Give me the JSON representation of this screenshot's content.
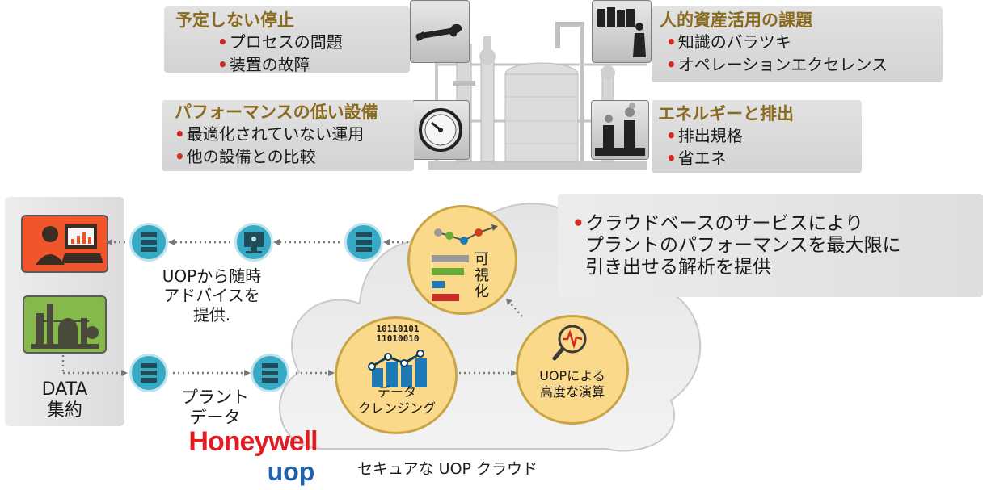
{
  "issues": {
    "top_left": {
      "title": "予定しない停止",
      "items": [
        "プロセスの問題",
        "装置の故障"
      ]
    },
    "mid_left": {
      "title": "パフォーマンスの低い設備",
      "items": [
        "最適化されていない運用",
        "他の設備との比較"
      ]
    },
    "top_right": {
      "title": "人的資産活用の課題",
      "items": [
        "知識のバラツキ",
        "オペレーションエクセレンス"
      ]
    },
    "mid_right": {
      "title": "エネルギーと排出",
      "items": [
        "排出規格",
        "省エネ"
      ]
    }
  },
  "flow": {
    "advice_label": "UOPから随時アドバイスを提供.",
    "advice_lines": [
      "UOPから随時",
      "アドバイスを",
      "提供."
    ],
    "data_aggregation_lines": [
      "DATA",
      "集約"
    ],
    "plant_data_lines": [
      "プラント",
      "データ"
    ],
    "visualize_chars": [
      "可",
      "視",
      "化"
    ],
    "cleansing_bits": [
      "10110101",
      "11010010"
    ],
    "cleansing_lines": [
      "データ",
      "クレンジング"
    ],
    "advanced_calc_lines": [
      "UOPによる",
      "高度な演算"
    ],
    "cloud_label": "セキュアな UOP クラウド",
    "callout_lines": [
      "クラウドベースのサービスにより",
      "プラントのパフォーマンスを最大限に",
      "引き出せる解析を提供"
    ]
  },
  "brand": {
    "name": "Honeywell",
    "sub": "UOP",
    "red": "#e11b22",
    "blue": "#1f62ad"
  },
  "colors": {
    "title_gold": "#8a6a1e",
    "bullet_red": "#d02a22",
    "node_teal": "#38a9c4",
    "circle_fill": "#fbd98a",
    "console_orange": "#f0552b",
    "plant_green": "#85b94b"
  }
}
